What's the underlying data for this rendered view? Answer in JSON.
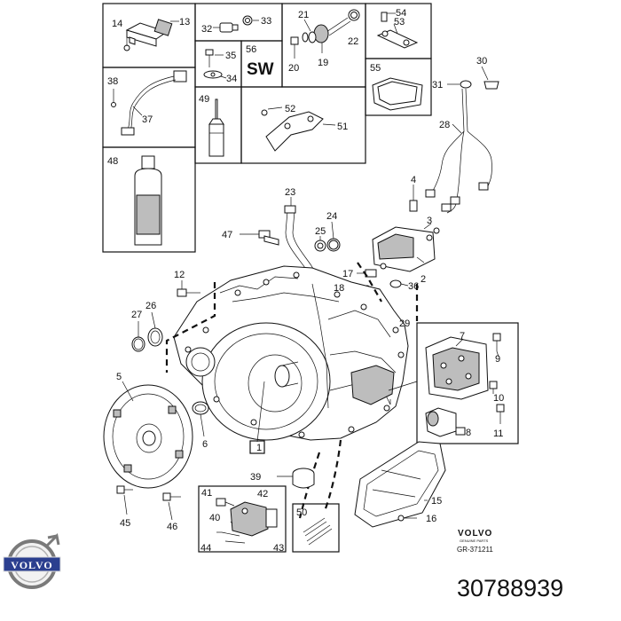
{
  "labels": {
    "l1": "1",
    "l2": "2",
    "l3": "3",
    "l4": "4",
    "l5": "5",
    "l6": "6",
    "l7": "7",
    "l8": "8",
    "l9": "9",
    "l10": "10",
    "l11": "11",
    "l12": "12",
    "l13": "13",
    "l14": "14",
    "l15": "15",
    "l16": "16",
    "l17": "17",
    "l18": "18",
    "l19": "19",
    "l20": "20",
    "l21": "21",
    "l22": "22",
    "l23": "23",
    "l24": "24",
    "l25": "25",
    "l26": "26",
    "l27": "27",
    "l28": "28",
    "l29": "29",
    "l30": "30",
    "l31": "31",
    "l32": "32",
    "l33": "33",
    "l34": "34",
    "l35": "35",
    "l36": "36",
    "l37": "37",
    "l38": "38",
    "l39": "39",
    "l40": "40",
    "l41": "41",
    "l42": "42",
    "l43": "43",
    "l44": "44",
    "l45": "45",
    "l46": "46",
    "l47": "47",
    "l48": "48",
    "l49": "49",
    "l50": "50",
    "l51": "51",
    "l52": "52",
    "l53": "53",
    "l54": "54",
    "l55": "55",
    "l56": "56"
  },
  "sw_label": "SW",
  "brand": {
    "name": "VOLVO",
    "small_name": "VOLVO",
    "small_sub": "GENUINE PARTS",
    "drawing_ref": "GR-371211"
  },
  "part_number": "30788939"
}
